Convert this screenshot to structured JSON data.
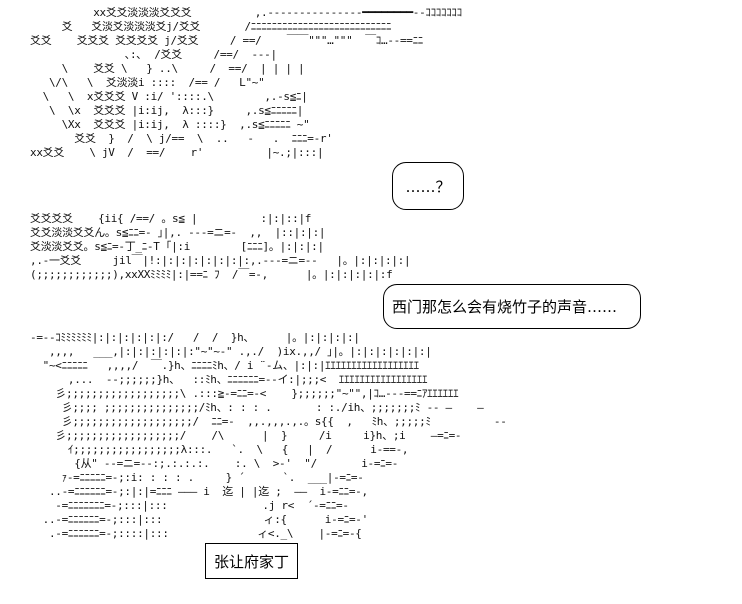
{
  "art_lines": [
    "          xx爻爻淡淡淡爻爻爻          ,.---------------━━━━━━━━--ｺｺｺｺｺｺｺ",
    "     爻   爻淡爻淡淡淡爻j/爻爻       /ﾆﾆﾆﾆﾆﾆﾆﾆﾆﾆﾆﾆﾆﾆﾆﾆﾆﾆﾆﾆﾆﾆﾆﾆﾆﾆﾆ",
    "爻爻    爻爻爻 爻爻爻爻 j/爻爻     / ==/    ￣￣\"\"\"…\"\"\"  ￣ｺ…--==ﾆﾆ",
    "               ､:､  /爻爻     /==/  ---|",
    "     \\    爻爻 \\   } ..\\     /  ==/  | | | |",
    "   \\/\\   \\  爻淡淡i ::::  /== /   L\"~\"",
    "  \\   \\  x爻爻爻 V :i/ '::::.\\        ,.-s≦ﾆ|",
    "   \\  \\x  爻爻爻 |i:ij,  λ:::}     ,.s≦ﾆﾆﾆﾆﾆ|",
    "     \\Xx  爻爻爻 |i:ij,  λ ::::}  ,.s≦ﾆﾆﾆﾆﾆ ~\"",
    "       爻爻  }  /  \\ j/==  \\  ..   -   .  ﾆﾆﾆ=-r'",
    "xx爻爻    \\ jV  /  ==/    r'          |~.;|:::|",
    "爻爻爻爻    {ii{ /==/ 。s≦ |          :|:|::|f",
    "爻爻淡淡爻爻ん。s≦ﾆﾆ=- ｣|,. ---=ニ=-  ,,  |::|:|:|",
    "爻淡淡爻爻。s≦ﾆ=-丁_ﾆ-T ｢|:i        [ﾆﾆﾆ]。|:|:|:|",
    ",.-一爻爻     jil￣|!:|:|:|:|:|:|:|:,.---=ニ=--   |。|:|:|:|:|",
    "(;;;;;;;;;;;;),xxXXﾐﾐﾐﾐ|:|==ﾆ ﾌ  /￣=-,      |。|:|:|:|:|:f",
    "-=--ｺﾐﾐﾐﾐﾐﾐ|:|:|:|:|:|:/   /  /  }h、     |。|:|:|:|:|",
    "   ,,,,   ___,|:|:|:|:|:|:\"~\"~-\" .,./  )ix.,,/ ｣|。|:|:|:|:|:|:|",
    "  \"~<ﾆﾆﾆﾆﾆ   ,,,,/  ￣.}h、ﾆﾆﾆﾆﾐh、/ i ¨-ム、|:|:|ｴｴｴｴｴｴｴｴｴｴｴｴｴｴｴｴｴｴ",
    "      ,...  --;;;;;;}h、  ::ﾐh、ﾆﾆﾆﾆﾆﾆ=--イ:|;;;<  ｴｴｴｴｴｴｴｴｴｴｴｴｴｴｴｴｴ",
    "    彡;;;;;;;;;;;;;;;;;;\\ .:::≧-=ﾆﾆ=-<    };;;;;;\"~\"\",|ｺ…---==ﾆｱｴｴｴｴｴｴ",
    "     彡;;;; ;;;;;;;;;;;;;;;/ﾐh、: : : .       : :./ih、;;;;;;;ﾐ -- —    —",
    "     彡;;;;;;;;;;;;;;;;;;;/  ﾆﾆ=-  ,,.,,,.,.。s{{  ,   ﾐh、;;;;;ﾐ          --",
    "    彡;;;;;;;;;;;;;;;;;;/    /\\      |  }     /i     i}h、;i    —=ﾆ=-",
    "      ｲ;;;;;;;;;;;;;;;;;λ:::.   `.  \\   {   |  /      i-==-,",
    "       {从\" --=ニ=--:;.:.:.:.    :. \\  >-'  \"/       i-=ﾆ=-",
    "     ｧ-=ﾆﾆﾆﾆﾆ=-;:i: : : : .     } ´      `.  ___|-=ﾆ=-",
    "   ..-=ﾆﾆﾆﾆﾆﾆ=-;:|:|=ﾆﾆﾆ ——— i  迄 | |迄 ;  ——  i-=ﾆﾆ=-,",
    "    -=ﾆﾆﾆﾆﾆﾆﾆ=-;:::|:::               .j r<  ´-=ﾆﾆ=-",
    "  ..-=ﾆﾆﾆﾆﾆﾆ=-;:::|:::                ィ:{      i-=ﾆ=-'",
    "   .-=ﾆﾆﾆﾆﾆﾆ=-;::::|:::              ィ<._\\    |-=ﾆ=-{"
  ],
  "bubble_question": "……？",
  "bubble_main": "西门那怎么会有烧竹子的声音……",
  "name_label": "张让府家丁"
}
